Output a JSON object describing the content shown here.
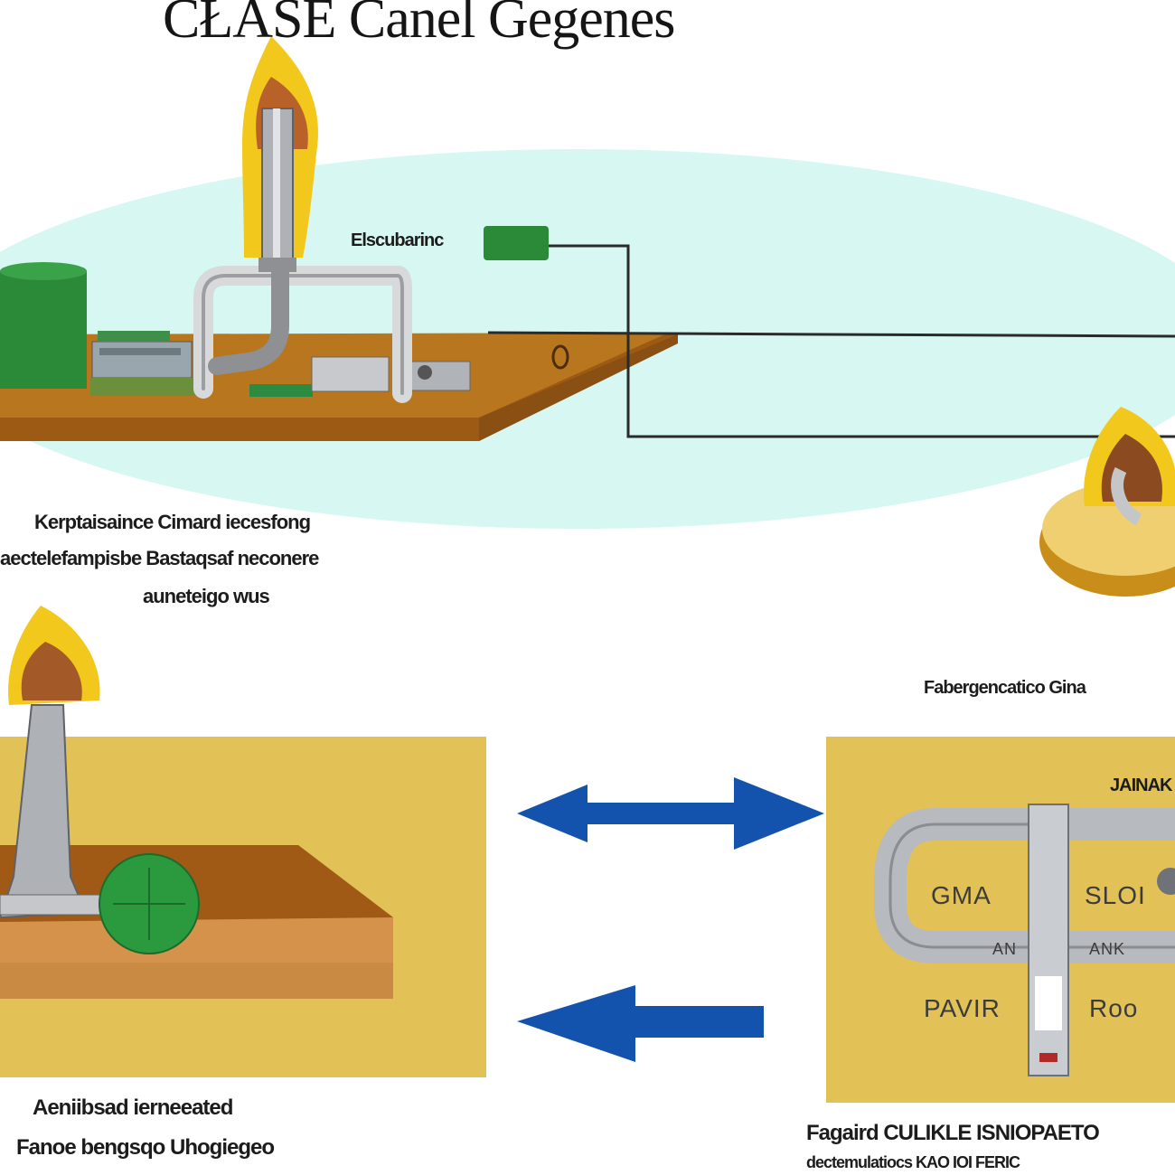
{
  "title": "CŁASE Canel Gegenes",
  "top_diagram": {
    "meter_label": "Elscubarinc",
    "caption_lines": [
      "Kerptaisaince Cimard iecesfong",
      "aectelefampisbe Bastaqsaf neconere",
      "auneteigo wus"
    ]
  },
  "bottom_left": {
    "caption_lines": [
      "Aeniibsad ierneeated",
      "Fanoe bengsqo Uhogiegeo"
    ]
  },
  "bottom_right": {
    "header": "Fabergencatico Gina",
    "corner_label": "JAINAK",
    "panel_labels": [
      "GMA",
      "SLOI",
      "PAVIR",
      "Roo",
      "AN",
      "ANK"
    ],
    "caption_lines": [
      "Fagaird CULIKLE ISNIOPAETO",
      "dectemulatiocs KAO IOI FERIC"
    ]
  },
  "arrows": [
    {
      "direction": "both"
    },
    {
      "direction": "left"
    }
  ],
  "colors": {
    "oval": "#d6f7f2",
    "platform": "#b8761e",
    "panel": "#e2c256",
    "arrow": "#1453ad",
    "tank": "#2b8a38",
    "flame": "#f2c81d",
    "pipe": "#b9bcc1"
  }
}
